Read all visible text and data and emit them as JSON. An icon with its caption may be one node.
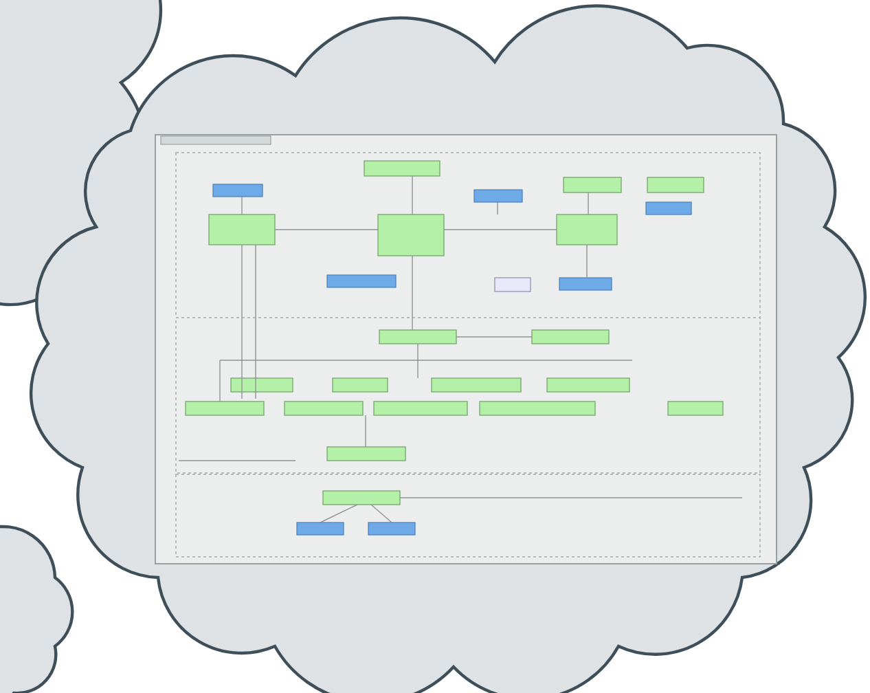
{
  "diagram": {
    "nodes": [
      {
        "text": [],
        "shape": "cloud"
      },
      {
        "text": [],
        "shape": "cloud"
      },
      {
        "text": [],
        "shape": "cloud"
      }
    ]
  }
}
